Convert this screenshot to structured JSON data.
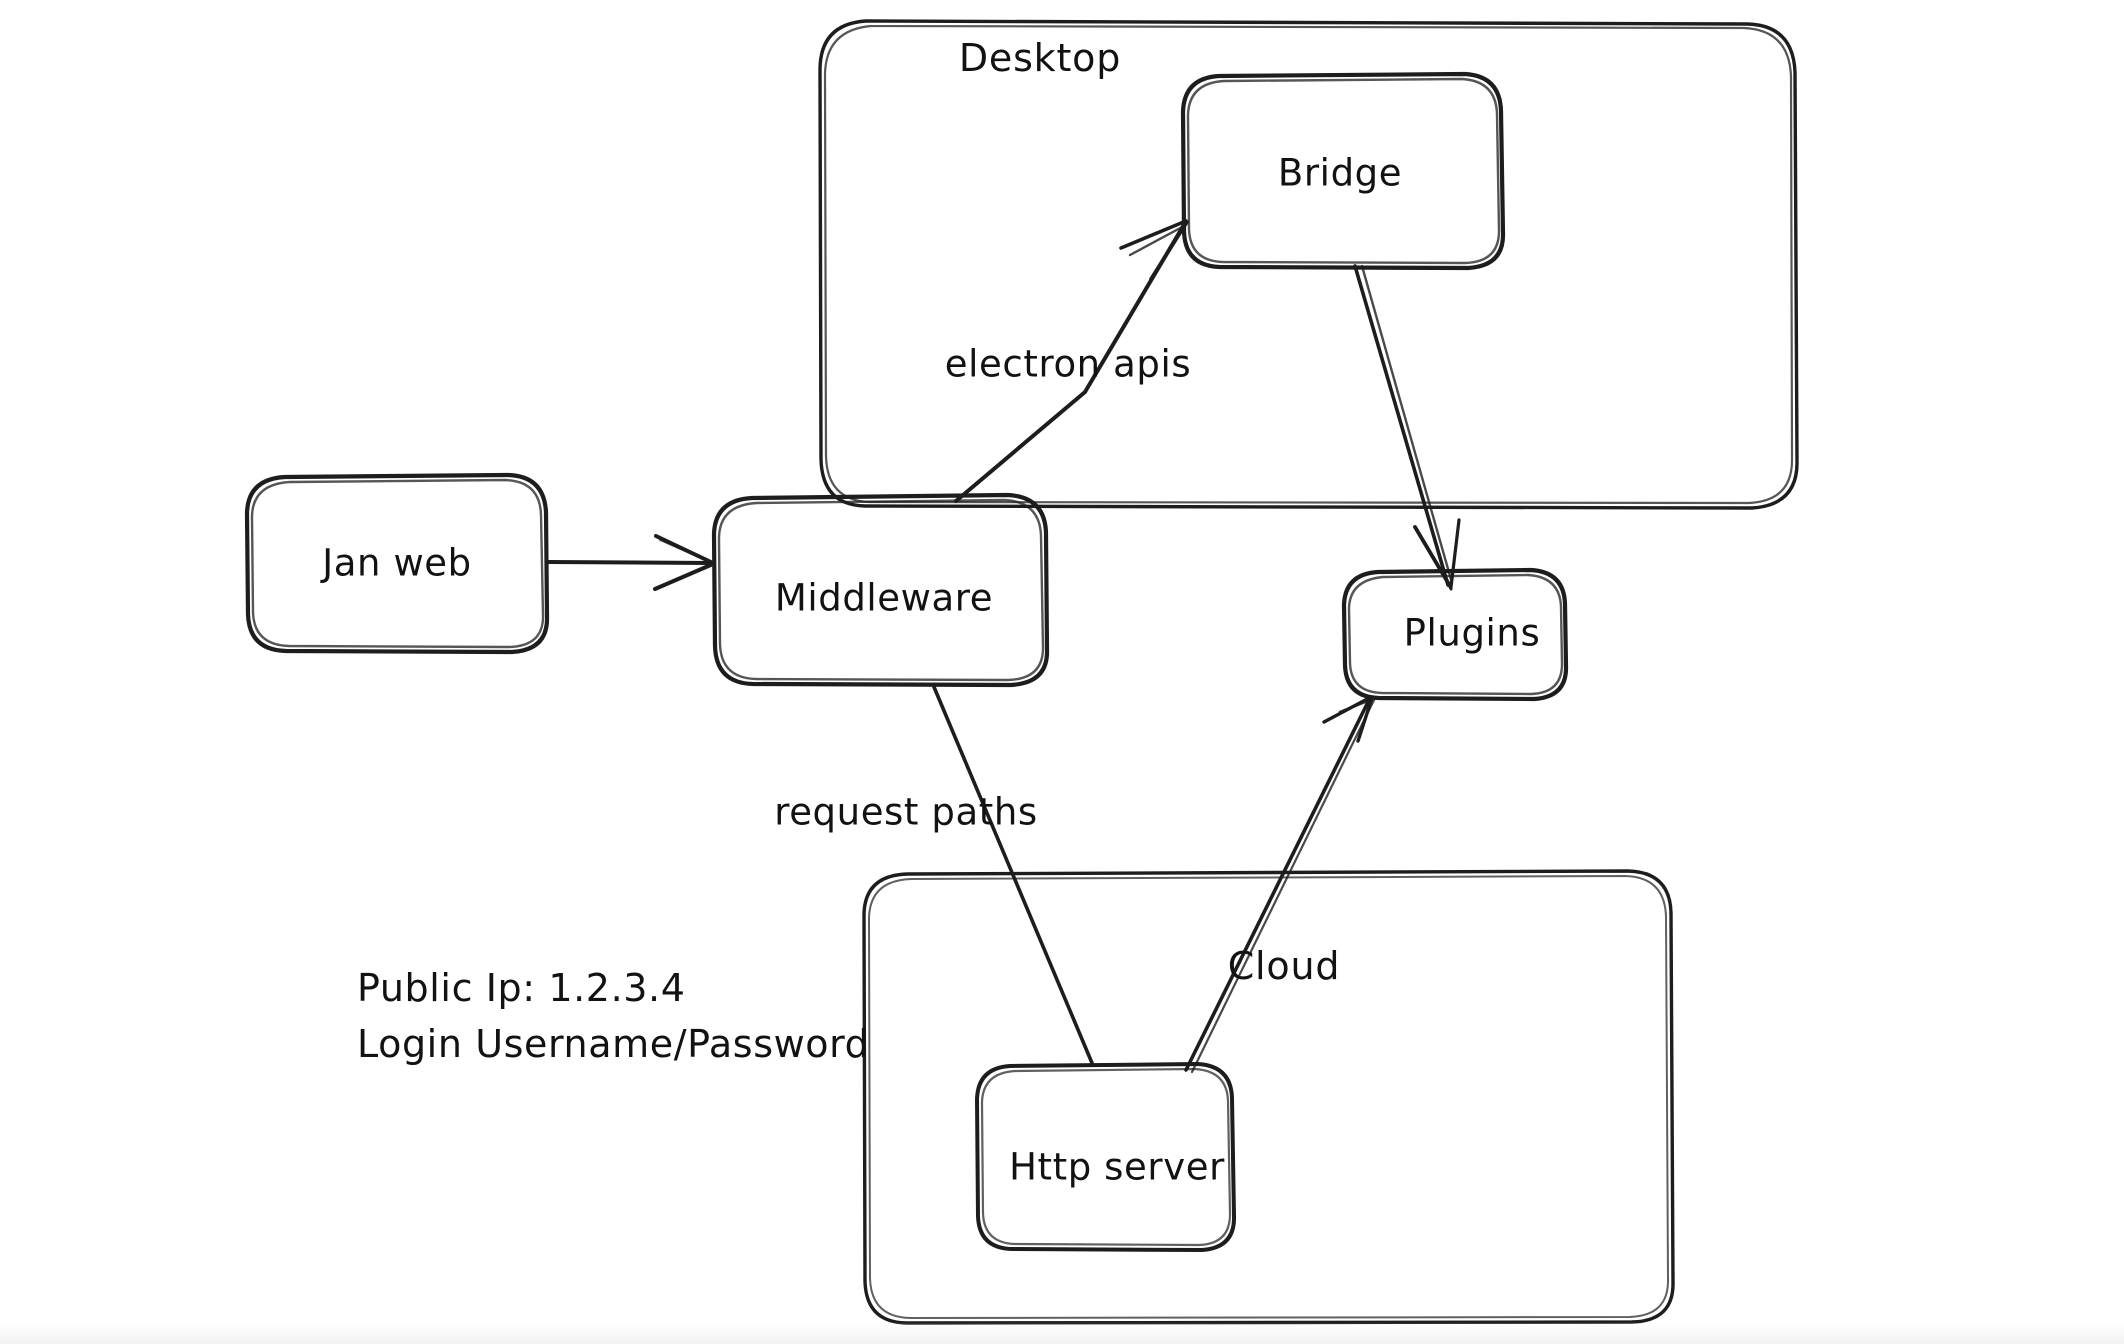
{
  "diagram": {
    "title": "Jan architecture sketch",
    "background_color": "#ffffff",
    "stroke_color": "#1d1d1d",
    "text_color": "#121212",
    "style": "hand-drawn"
  },
  "containers": [
    {
      "id": "desktop",
      "label": "Desktop"
    },
    {
      "id": "cloud",
      "label": "Cloud"
    }
  ],
  "nodes": [
    {
      "id": "jan-web",
      "label": "Jan web"
    },
    {
      "id": "middleware",
      "label": "Middleware"
    },
    {
      "id": "bridge",
      "label": "Bridge"
    },
    {
      "id": "plugins",
      "label": "Plugins"
    },
    {
      "id": "http-server",
      "label": "Http server"
    }
  ],
  "edges": [
    {
      "id": "janweb-middleware",
      "from": "Jan web",
      "to": "Middleware",
      "label": ""
    },
    {
      "id": "middleware-bridge",
      "from": "Middleware",
      "to": "Bridge",
      "label": "electron apis"
    },
    {
      "id": "bridge-plugins",
      "from": "Bridge",
      "to": "Plugins",
      "label": ""
    },
    {
      "id": "middleware-httpserver",
      "from": "Middleware",
      "to": "Http server",
      "label": "request paths"
    },
    {
      "id": "httpserver-plugins",
      "from": "Http server",
      "to": "Plugins",
      "label": ""
    }
  ],
  "notes": {
    "public_ip_line": "Public Ip: 1.2.3.4",
    "login_line": "Login Username/Password"
  }
}
